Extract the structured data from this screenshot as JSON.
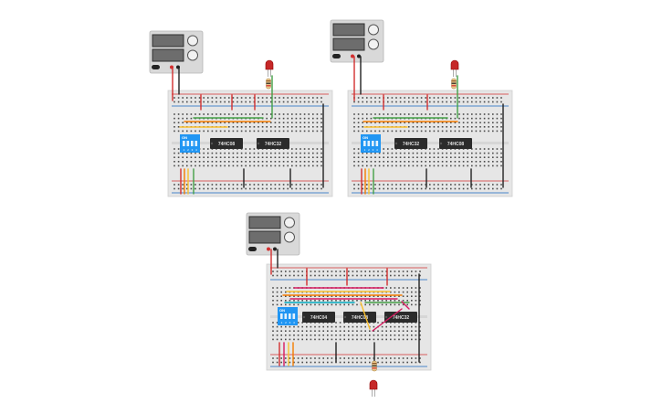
{
  "circuits": [
    {
      "id": "top-left",
      "chips": [
        "74HC08",
        "74HC32"
      ],
      "dip_switch_label": "ON",
      "dip_switch_positions": [
        "1",
        "2",
        "3",
        "4"
      ],
      "led_color": "#c62828"
    },
    {
      "id": "top-right",
      "chips": [
        "74HC32",
        "74HC08"
      ],
      "dip_switch_label": "ON",
      "dip_switch_positions": [
        "1",
        "2",
        "3",
        "4"
      ],
      "led_color": "#c62828"
    },
    {
      "id": "bottom",
      "chips": [
        "74HC04",
        "74HC08",
        "74HC32"
      ],
      "dip_switch_label": "ON",
      "dip_switch_positions": [
        "1",
        "2",
        "3",
        "4"
      ],
      "led_color": "#c62828"
    }
  ],
  "colors": {
    "breadboard": "#e6e6e6",
    "rail_red": "#d32f2f",
    "rail_blue": "#1565c0",
    "wire_red": "#d32f2f",
    "wire_black": "#212121",
    "wire_green": "#43a047",
    "wire_orange": "#f57c00",
    "wire_yellow": "#fbc02d",
    "wire_magenta": "#d81b60",
    "wire_cyan": "#00acc1",
    "dip_switch": "#2196f3",
    "chip": "#2b2b2b",
    "power_supply": "#d9d9d9"
  }
}
